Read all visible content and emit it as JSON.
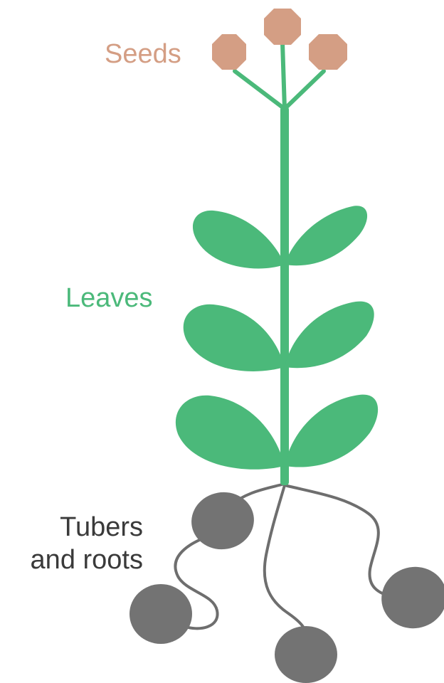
{
  "labels": {
    "seeds": "Seeds",
    "leaves": "Leaves",
    "tubers_line1": "Tubers",
    "tubers_line2": "and roots"
  },
  "colors": {
    "seeds": "#d49e84",
    "leaves": "#4bb97a",
    "stem": "#4bb97a",
    "tubers": "#737373",
    "roots_line": "#6e6e6e",
    "label_dark": "#3a3a3a"
  }
}
